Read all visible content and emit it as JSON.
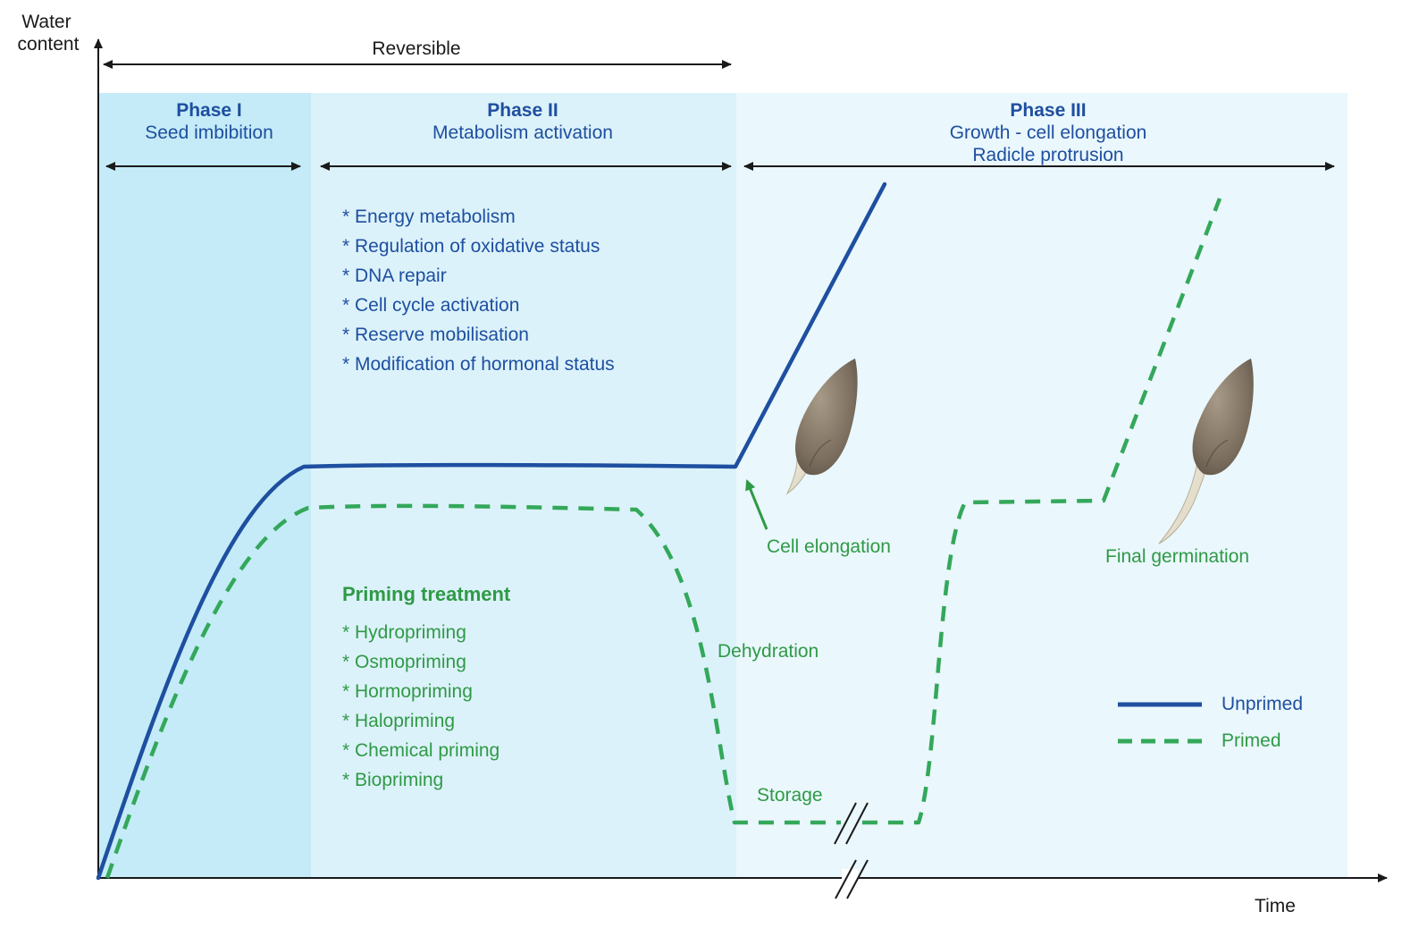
{
  "axes": {
    "y_label_line1": "Water",
    "y_label_line2": "content",
    "x_label": "Time"
  },
  "reversible_label": "Reversible",
  "phases": [
    {
      "title": "Phase I",
      "subtitle": "Seed imbibition",
      "subtitle2": ""
    },
    {
      "title": "Phase II",
      "subtitle": "Metabolism activation",
      "subtitle2": ""
    },
    {
      "title": "Phase III",
      "subtitle": "Growth - cell elongation",
      "subtitle2": "Radicle protrusion"
    }
  ],
  "phase2_events": [
    "* Energy metabolism",
    "* Regulation of oxidative status",
    "* DNA repair",
    "* Cell cycle activation",
    "* Reserve mobilisation",
    "* Modification of hormonal status"
  ],
  "priming": {
    "title": "Priming treatment",
    "items": [
      "* Hydropriming",
      "* Osmopriming",
      "* Hormopriming",
      "* Halopriming",
      "* Chemical priming",
      "* Biopriming"
    ]
  },
  "annotations": {
    "cell_elongation": "Cell elongation",
    "dehydration": "Dehydration",
    "storage": "Storage",
    "final_germination": "Final germination"
  },
  "legend": {
    "unprimed": "Unprimed",
    "primed": "Primed"
  },
  "colors": {
    "unprimed": "#1e4fa0",
    "primed": "#33a85a",
    "phase1_bg": "#c4ebf7",
    "phase2_bg": "#dcf2fa",
    "phase3_bg": "#eaf7fc",
    "title_blue": "#1e4fa0",
    "label_green": "#2f9a46"
  }
}
